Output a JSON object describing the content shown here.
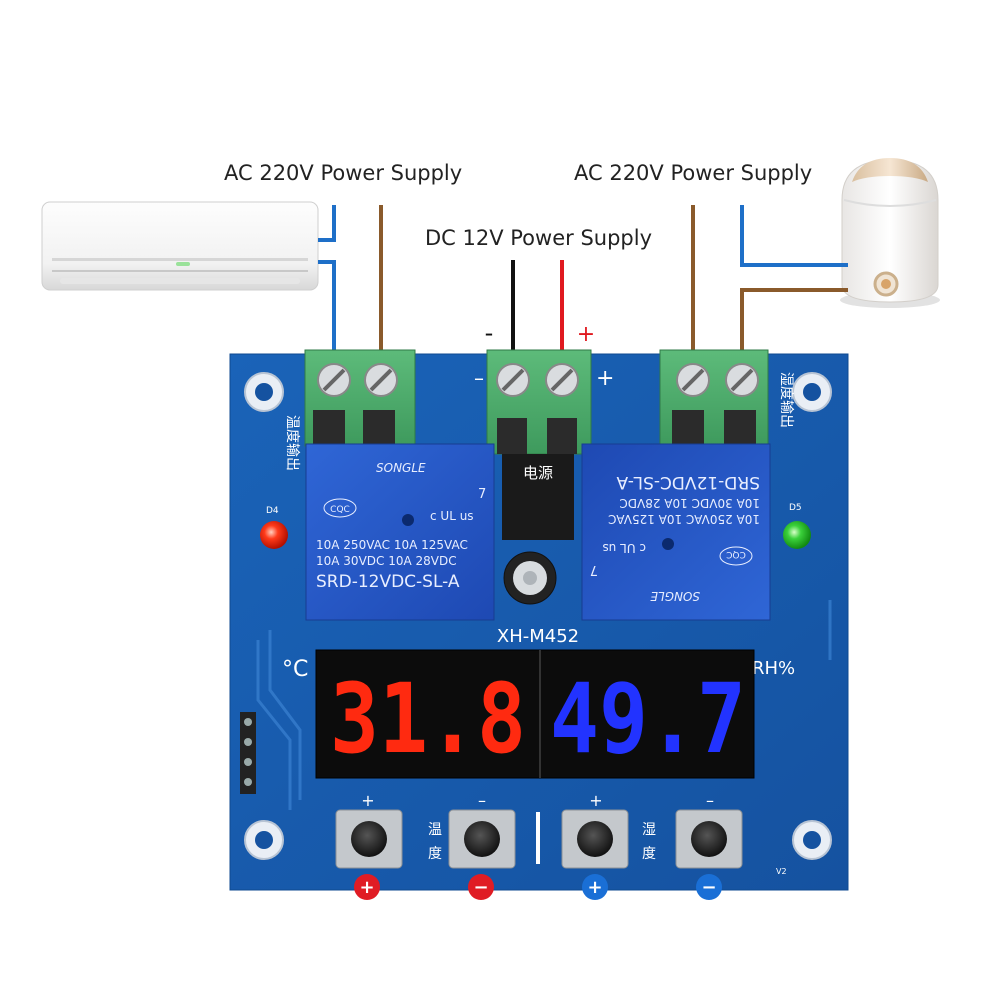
{
  "captions": {
    "ac_left": "AC 220V Power Supply",
    "ac_right": "AC 220V Power Supply",
    "dc": "DC 12V Power Supply",
    "minus": "-",
    "plus": "+"
  },
  "board": {
    "model": "XH-M452",
    "power_label": "电源",
    "terminal_minus": "–",
    "terminal_plus": "+",
    "unit_temp": "°C",
    "unit_humidity": "RH%",
    "led_left_label": "D4",
    "led_right_label": "D5",
    "revision": "V2",
    "left_side_text": "温度输出",
    "right_side_text": "湿度输出",
    "key_temp_text_1": "温",
    "key_temp_text_2": "度",
    "key_hum_text_1": "湿",
    "key_hum_text_2": "度",
    "key_plus_mark": "+",
    "key_minus_mark": "–"
  },
  "relays": {
    "brand": "SONGLE",
    "model": "SRD-12VDC-SL-A",
    "rating_1": "10A 250VAC  10A 125VAC",
    "rating_2": "10A  30VDC  10A  28VDC",
    "cert": "CQC",
    "ul": "c UL us",
    "number": "7"
  },
  "displays": {
    "temperature": "31.8",
    "humidity": "49.7",
    "temperature_color": "#ff2a10",
    "humidity_color": "#2233ff"
  },
  "buttons": [
    {
      "symbol": "+",
      "color": "#e01c24"
    },
    {
      "symbol": "−",
      "color": "#e01c24"
    },
    {
      "symbol": "+",
      "color": "#1a6fd6"
    },
    {
      "symbol": "−",
      "color": "#1a6fd6"
    }
  ],
  "leds": {
    "left_color": "#ff2a10",
    "right_color": "#22c722"
  },
  "wire_colors": {
    "blue": "#1e6fc8",
    "brown": "#8a5a2b",
    "black": "#111111",
    "red": "#e0191f"
  }
}
